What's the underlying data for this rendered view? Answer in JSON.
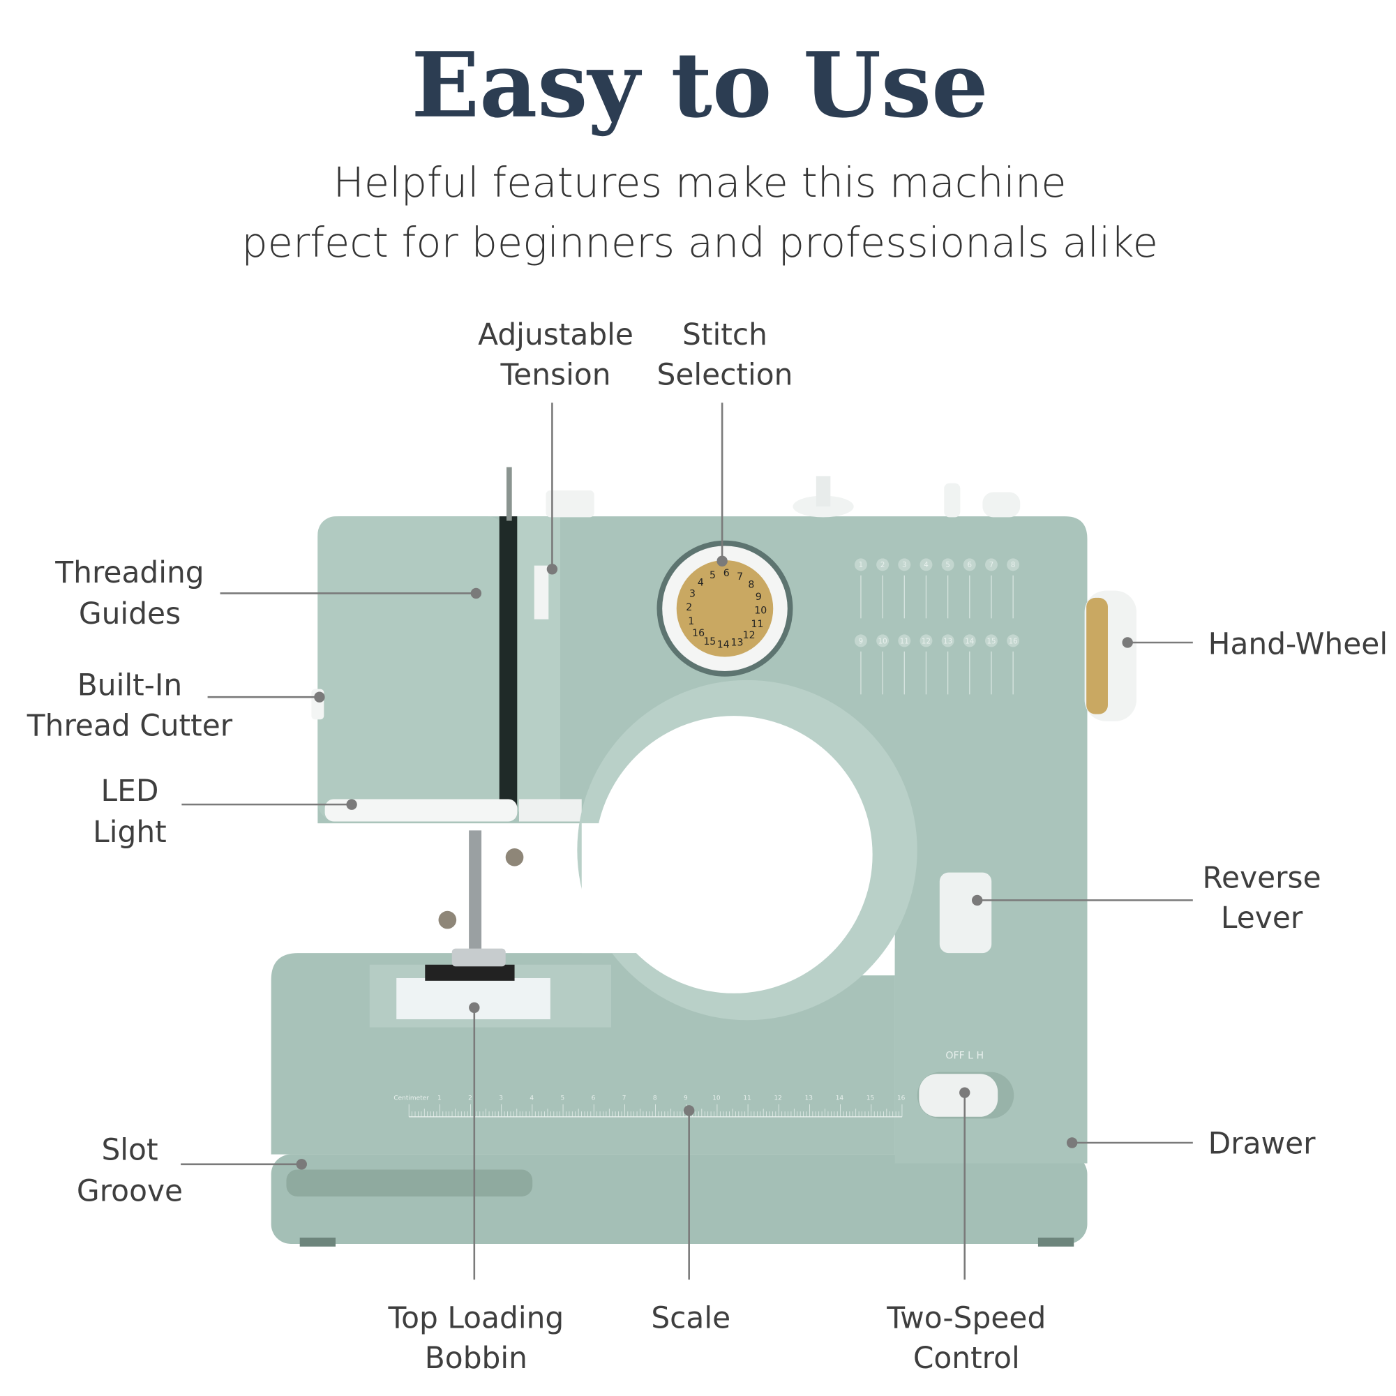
{
  "header": {
    "title": "Easy to Use",
    "subtitle_line1": "Helpful features make this machine",
    "subtitle_line2": "perfect for beginners and professionals alike"
  },
  "callouts": {
    "adjustable_tension": [
      "Adjustable",
      "Tension"
    ],
    "stitch_selection": [
      "Stitch",
      "Selection"
    ],
    "threading_guides": [
      "Threading",
      "Guides"
    ],
    "thread_cutter": [
      "Built-In",
      "Thread Cutter"
    ],
    "led_light": [
      "LED",
      "Light"
    ],
    "hand_wheel": [
      "Hand-Wheel"
    ],
    "reverse_lever": [
      "Reverse",
      "Lever"
    ],
    "drawer": [
      "Drawer"
    ],
    "slot_groove": [
      "Slot",
      "Groove"
    ],
    "bobbin": [
      "Top Loading",
      "Bobbin"
    ],
    "scale": [
      "Scale"
    ],
    "two_speed": [
      "Two-Speed",
      "Control"
    ]
  },
  "machine": {
    "body_color": "#a9c3ba",
    "accent_gold": "#c9a862",
    "stitch_numbers": [
      "1",
      "2",
      "3",
      "4",
      "5",
      "6",
      "7",
      "8",
      "9",
      "10",
      "11",
      "12",
      "13",
      "14",
      "15",
      "16"
    ],
    "dial_numbers": [
      "1",
      "2",
      "3",
      "4",
      "5",
      "6",
      "7",
      "8",
      "9",
      "10",
      "11",
      "12",
      "13",
      "14",
      "15",
      "16"
    ],
    "ruler_label": "Centimeter",
    "ruler_numbers": [
      "1",
      "2",
      "3",
      "4",
      "5",
      "6",
      "7",
      "8",
      "9",
      "10",
      "11",
      "12",
      "13",
      "14",
      "15",
      "16"
    ],
    "speed_switch_labels": "OFF  L  H"
  }
}
